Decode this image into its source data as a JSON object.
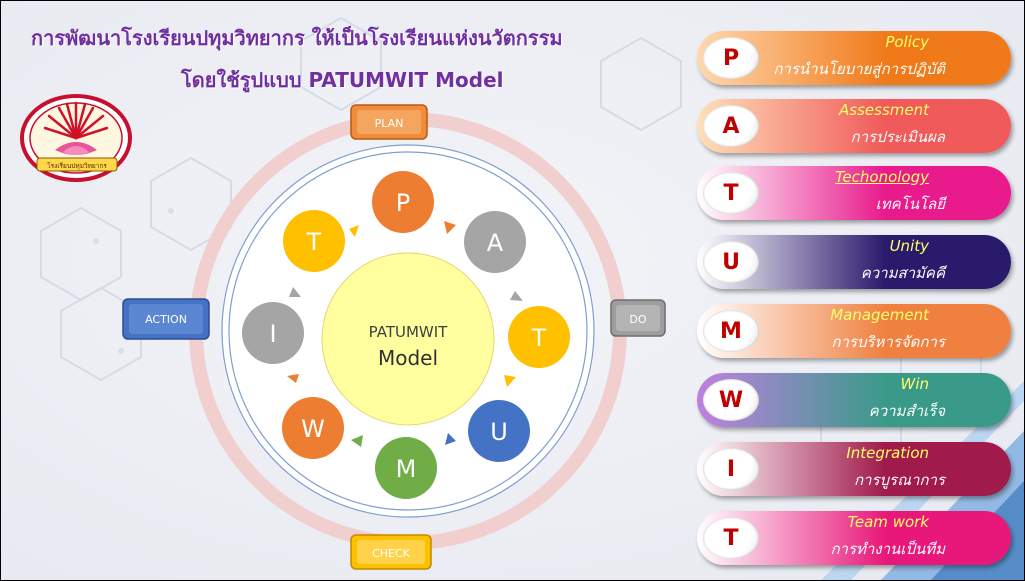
{
  "title": {
    "line1": "การพัฒนาโรงเรียนปทุมวิทยากร ให้เป็นโรงเรียนแห่งนวัตกรรม",
    "line2": "โดยใช้รูปแบบ PATUMWIT Model"
  },
  "logo": {
    "icon": "school-emblem-icon",
    "text": "โรงเรียนปทุมวิทยากร"
  },
  "cycle": {
    "plan": "PLAN",
    "do": "DO",
    "check": "CHECK",
    "action": "ACTION",
    "plan_color": "#f08c3c",
    "do_color": "#9e9e9e",
    "check_color": "#ffc000",
    "action_color": "#4472c4"
  },
  "center": {
    "line1": "PATUMWIT",
    "line2": "Model",
    "color": "#ffffa0"
  },
  "nodes": [
    {
      "letter": "P",
      "color": "#ed7d31"
    },
    {
      "letter": "A",
      "color": "#a5a5a5"
    },
    {
      "letter": "T",
      "color": "#ffc000"
    },
    {
      "letter": "U",
      "color": "#4472c4"
    },
    {
      "letter": "M",
      "color": "#70ad47"
    },
    {
      "letter": "W",
      "color": "#ed7d31"
    },
    {
      "letter": "I",
      "color": "#a5a5a5"
    },
    {
      "letter": "T",
      "color": "#ffc000"
    }
  ],
  "pills": [
    {
      "letter": "P",
      "en": "Policy",
      "th": "การนำนโยบายสู่การปฏิบัติ",
      "color_a": "#ffd8b0",
      "color_b": "#f07a1a",
      "en_color": "#ffff66"
    },
    {
      "letter": "A",
      "en": "Assessment",
      "th": "การประเมินผล",
      "color_a": "#ffe0b8",
      "color_b": "#f05a5a",
      "en_color": "#ffff66"
    },
    {
      "letter": "T",
      "en": "Techonology",
      "th": "เทคโนโลยี",
      "color_a": "#ffffff",
      "color_b": "#e81a8c",
      "en_color": "#ffff66"
    },
    {
      "letter": "U",
      "en": "Unity",
      "th": "ความสามัคคี",
      "color_a": "#ffffff",
      "color_b": "#2a1a6c",
      "en_color": "#ffff66"
    },
    {
      "letter": "M",
      "en": "Management",
      "th": "การบริหารจัดการ",
      "color_a": "#ffffff",
      "color_b": "#f08040",
      "en_color": "#ffff66"
    },
    {
      "letter": "W",
      "en": "Win",
      "th": "ความสำเร็จ",
      "color_a": "#c080e0",
      "color_b": "#3a9a8a",
      "en_color": "#ffff66"
    },
    {
      "letter": "I",
      "en": "Integration",
      "th": "การบูรณาการ",
      "color_a": "#ffffff",
      "color_b": "#a01a4a",
      "en_color": "#ffff66"
    },
    {
      "letter": "T",
      "en": "Team work",
      "th": "การทำงานเป็นทีม",
      "color_a": "#ffffff",
      "color_b": "#e8187a",
      "en_color": "#ffff66"
    }
  ]
}
